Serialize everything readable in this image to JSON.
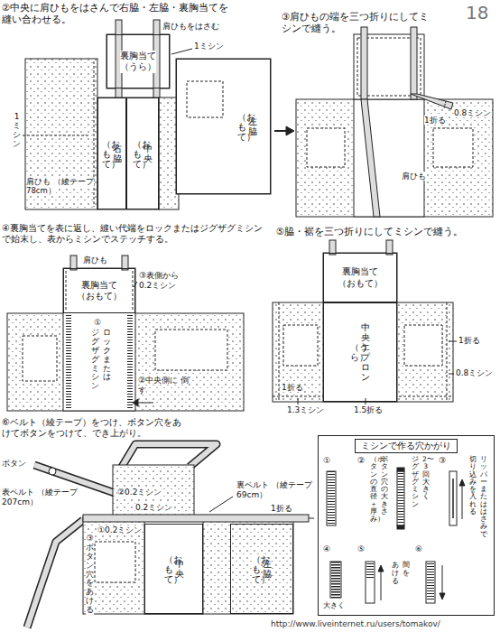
{
  "diagram": {
    "nodes": [
      {
        "text": [
          "裏胸当て",
          "（うら）"
        ]
      },
      {
        "text": [
          "右脇",
          "（おもて）"
        ]
      },
      {
        "text": [
          "中央",
          "（おもて）"
        ]
      },
      {
        "text": [
          "左脇",
          "（おもて）"
        ]
      },
      {
        "text": [
          "裏胸当て",
          "（おもて）"
        ]
      },
      {
        "text": [
          "裏胸当て",
          "（おもて）"
        ]
      },
      {
        "text": [
          "中央エプロン",
          "（うら）"
        ]
      },
      {
        "text": [
          "中央",
          "（おもて）"
        ]
      },
      {
        "text": [
          "左脇",
          "（おもて）"
        ]
      },
      {
        "text": [
          "ミシンで作る穴かがり"
        ]
      }
    ],
    "labels": [
      "②中央に肩ひもをはさんで右脇・左脇・裏胸当てを縫い合わせる。",
      "肩ひもをはさむ",
      "1ミシン",
      "1ミシン",
      "肩ひも （綾テープ78cm）",
      "③肩ひもの端を三つ折りにしてミシンで縫う。",
      "18",
      "1折る",
      "0.8ミシン",
      "肩ひも",
      "④裏胸当てを表に返し、縫い代端をロックまたはジグザグミシンで始末し、表からミシンでステッチする。",
      "⑤脇・裾を三つ折りにしてミシンで縫う。",
      "肩ひも",
      "③表側から 0.2ミシン",
      "①",
      "ロックまたは",
      "ジグザグミシン",
      "②中央側に 倒す",
      "1折る",
      "0.8ミシン",
      "1.5折る",
      "1.3ミシン",
      "1折る",
      "⑥ベルト（綾テープ）をつけ、ボタン穴をあけてボタンをつけて、でき上がり。",
      "ボタン",
      "裏ベルト （綾テープ69cm）",
      "表ベルト （綾テープ207cm）",
      "②0.2ミシン",
      "0.2ミシン",
      "①0.2ミシン",
      "1折る",
      "③ボタン穴をあける",
      "①",
      "②",
      "ボタン穴の大きさ",
      "（ボタンの直径＋厚み）",
      "2〜3回大きく",
      "ジグザグミシン",
      "③",
      "リッパーまたははさみで",
      "切り込みを入れる",
      "④",
      "大きく",
      "⑤",
      "間を",
      "あける",
      "⑥",
      "http://www.liveinternet.ru/users/tomakov/"
    ]
  }
}
